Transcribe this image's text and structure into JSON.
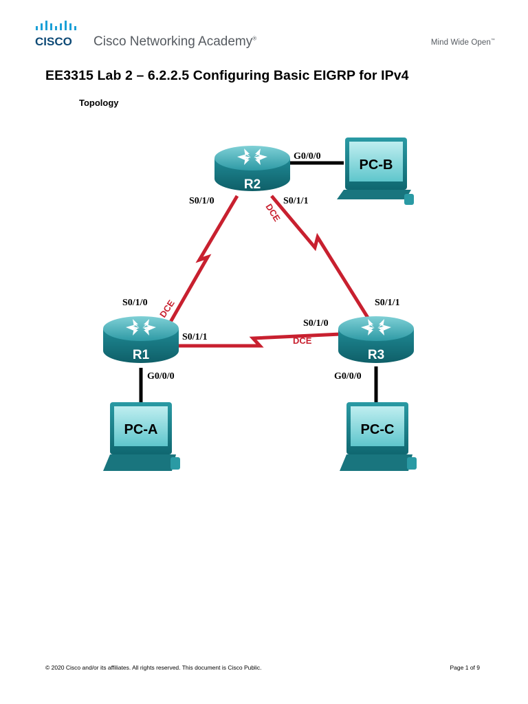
{
  "header": {
    "logo_text": "CISCO",
    "brand": "Cisco Networking Academy",
    "brand_mark": "®",
    "slogan": "Mind Wide Open",
    "slogan_mark": "™"
  },
  "document": {
    "title": "EE3315  Lab 2 – 6.2.2.5 Configuring Basic EIGRP for IPv4",
    "section": "Topology"
  },
  "topology": {
    "routers": [
      "R2",
      "R1",
      "R3"
    ],
    "pcs": [
      "PC-B",
      "PC-A",
      "PC-C"
    ],
    "interfaces": {
      "r2_g": "G0/0/0",
      "r2_s010": "S0/1/0",
      "r2_s011": "S0/1/1",
      "r1_s010": "S0/1/0",
      "r1_s011": "S0/1/1",
      "r1_g": "G0/0/0",
      "r3_s011": "S0/1/1",
      "r3_s010": "S0/1/0",
      "r3_g": "G0/0/0"
    },
    "dce_label": "DCE",
    "colors": {
      "serial_link": "#c8202f",
      "device": "#1f8a95",
      "ethernet_link": "#000000"
    }
  },
  "footer": {
    "copyright": "© 2020 Cisco and/or its affiliates. All rights reserved. This document is Cisco Public.",
    "page": "Page 1 of 9"
  }
}
